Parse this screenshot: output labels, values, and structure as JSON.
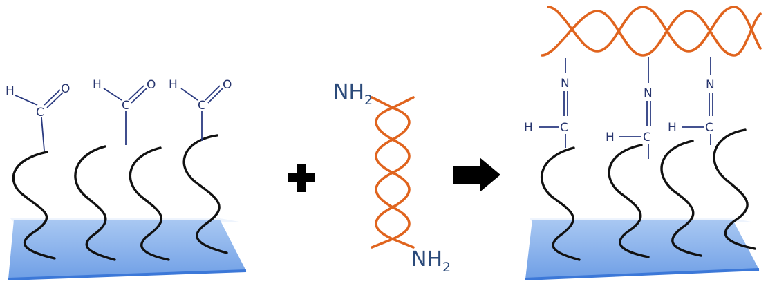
{
  "colors": {
    "chain": "#111111",
    "dna": "#e0641e",
    "atoms": "#27356e",
    "bonds": "#2a3a80",
    "nh2_text": "#2b4a7a",
    "substrate_top": "#a9c8f2",
    "substrate_bottom": "#6f9fe6",
    "substrate_edge": "#3c78d8",
    "arrow": "#000000"
  },
  "atoms": {
    "hydrogen": "H",
    "carbon": "C",
    "oxygen": "O",
    "nitrogen": "N"
  },
  "amine": {
    "main": "NH",
    "sub": "2"
  },
  "icons": {
    "plus": "plus-icon",
    "reaction_arrow": "right-arrow-icon"
  }
}
